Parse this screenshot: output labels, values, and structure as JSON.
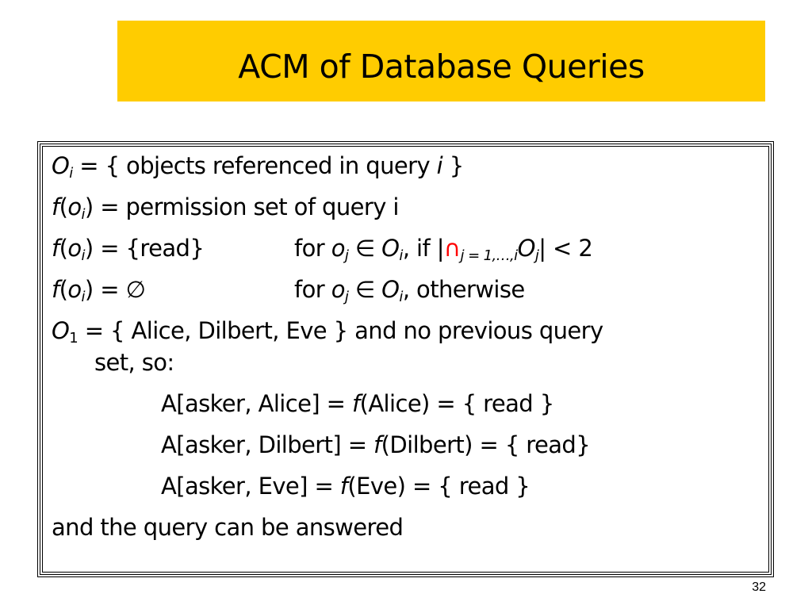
{
  "slide": {
    "title": "ACM of Database Queries",
    "page_number": "32",
    "accent_color": "#ffcc00",
    "lines": {
      "l1": {
        "sym_O": "O",
        "sub_i": "i",
        "text": " = { objects referenced in query ",
        "it_i": "i",
        "close": " }"
      },
      "l2": {
        "f": "f",
        "open": "(",
        "o": "o",
        "sub_i": "i",
        "text": ") = permission set of query i"
      },
      "l3": {
        "f": "f",
        "open": "(",
        "o": "o",
        "sub_i": "i",
        "text": ") = {read}",
        "for": "for ",
        "oj": "o",
        "sub_j": "j",
        "elem": " ∈ ",
        "Oi": "O",
        "sub_i2": "i",
        "comma_if": ", if |",
        "cap": "∩",
        "sub_range": "j = 1,…,i",
        "Oj": "O",
        "sub_j2": "j",
        "tail": "| < 2"
      },
      "l4": {
        "f": "f",
        "open": "(",
        "o": "o",
        "sub_i": "i",
        "text": ") = ",
        "empty": "∅",
        "for": "for ",
        "oj": "o",
        "sub_j": "j",
        "elem": " ∈ ",
        "Oi": "O",
        "sub_i2": "i",
        "tail": ", otherwise"
      },
      "l5": {
        "O": "O",
        "sub_1": "1",
        "text": " = { Alice, Dilbert, Eve } and no previous query"
      },
      "l6": {
        "text": "set, so:"
      },
      "l7": {
        "pre": "A[asker, Alice] = ",
        "f": "f",
        "post": "(Alice) = { read }"
      },
      "l8": {
        "pre": "A[asker, Dilbert] = ",
        "f": "f",
        "post": "(Dilbert) = { read}"
      },
      "l9": {
        "pre": "A[asker, Eve] = ",
        "f": "f",
        "post": "(Eve) = { read }"
      },
      "l10": {
        "text": "and the query can be answered"
      }
    }
  }
}
